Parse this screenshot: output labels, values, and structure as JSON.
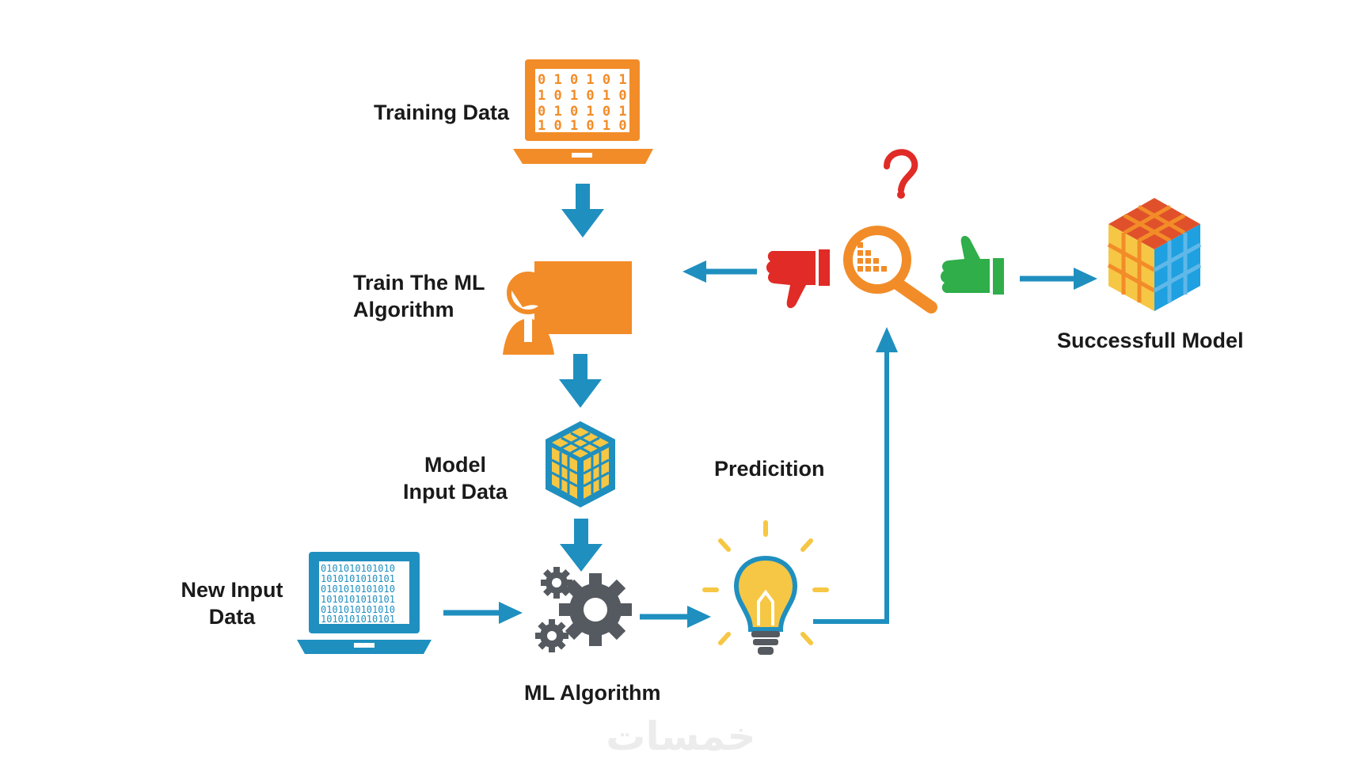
{
  "nodes": {
    "training_data": {
      "label": "Training Data"
    },
    "train_algorithm": {
      "label_line1": "Train The  ML",
      "label_line2": "Algorithm"
    },
    "model_input": {
      "label_line1": "Model",
      "label_line2": "Input Data"
    },
    "new_input": {
      "label_line1": "New Input",
      "label_line2": "Data"
    },
    "ml_algorithm": {
      "label": "ML  Algorithm"
    },
    "prediction": {
      "label": "Predicition"
    },
    "successful_model": {
      "label": "Successfull Model"
    }
  },
  "watermark": "خمسات",
  "colors": {
    "orange": "#f28c28",
    "blue": "#1f8fbf",
    "arrow_blue": "#1f8fbf",
    "red": "#e02b26",
    "green": "#2fae4a",
    "gear_gray": "#555a60",
    "bulb_yellow": "#f6c744"
  },
  "icons": [
    "laptop-icon",
    "presenter-icon",
    "data-cube-icon",
    "gears-icon",
    "lightbulb-icon",
    "magnifier-chart-icon",
    "thumbs-down-icon",
    "thumbs-up-icon",
    "question-mark-icon",
    "rubik-cube-icon"
  ]
}
